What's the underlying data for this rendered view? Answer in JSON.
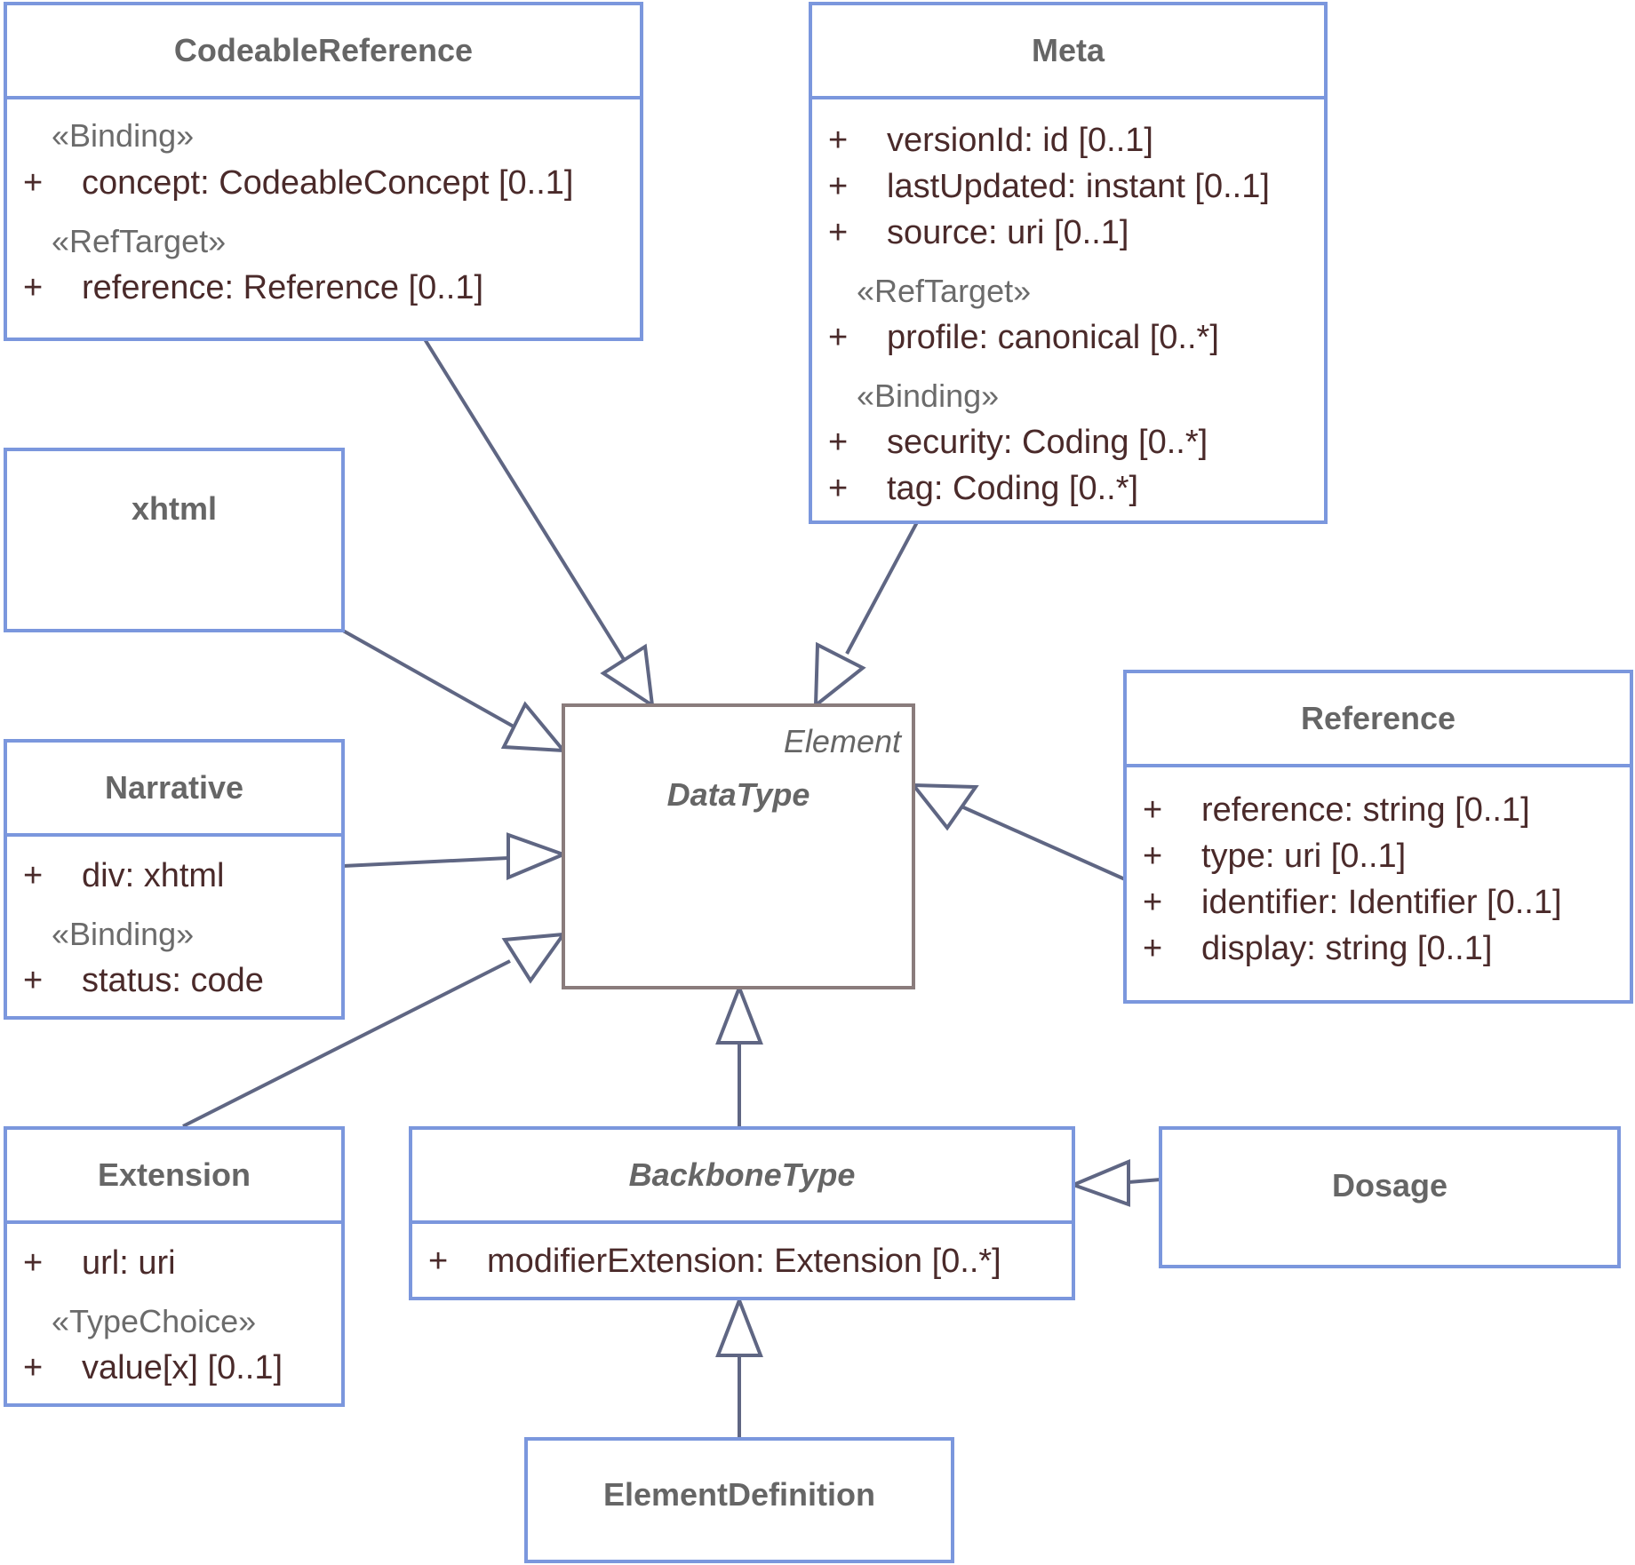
{
  "classes": {
    "codeable_reference": {
      "name": "CodeableReference",
      "sections": [
        {
          "stereotype": "«Binding»",
          "attrs": [
            {
              "vis": "+",
              "text": "concept: CodeableConcept [0..1]"
            }
          ]
        },
        {
          "stereotype": "«RefTarget»",
          "attrs": [
            {
              "vis": "+",
              "text": "reference: Reference [0..1]"
            }
          ]
        }
      ]
    },
    "meta": {
      "name": "Meta",
      "sections": [
        {
          "stereotype": "",
          "attrs": [
            {
              "vis": "+",
              "text": "versionId: id [0..1]"
            },
            {
              "vis": "+",
              "text": "lastUpdated: instant [0..1]"
            },
            {
              "vis": "+",
              "text": "source: uri [0..1]"
            }
          ]
        },
        {
          "stereotype": "«RefTarget»",
          "attrs": [
            {
              "vis": "+",
              "text": "profile: canonical [0..*]"
            }
          ]
        },
        {
          "stereotype": "«Binding»",
          "attrs": [
            {
              "vis": "+",
              "text": "security: Coding [0..*]"
            },
            {
              "vis": "+",
              "text": "tag: Coding [0..*]"
            }
          ]
        }
      ]
    },
    "xhtml": {
      "name": "xhtml"
    },
    "narrative": {
      "name": "Narrative",
      "sections": [
        {
          "stereotype": "",
          "attrs": [
            {
              "vis": "+",
              "text": "div: xhtml"
            }
          ]
        },
        {
          "stereotype": "«Binding»",
          "attrs": [
            {
              "vis": "+",
              "text": "status: code"
            }
          ]
        }
      ]
    },
    "datatype": {
      "name": "DataType",
      "parent": "Element"
    },
    "reference": {
      "name": "Reference",
      "sections": [
        {
          "stereotype": "",
          "attrs": [
            {
              "vis": "+",
              "text": "reference: string [0..1]"
            },
            {
              "vis": "+",
              "text": "type: uri [0..1]"
            },
            {
              "vis": "+",
              "text": "identifier: Identifier [0..1]"
            },
            {
              "vis": "+",
              "text": "display: string [0..1]"
            }
          ]
        }
      ]
    },
    "extension": {
      "name": "Extension",
      "sections": [
        {
          "stereotype": "",
          "attrs": [
            {
              "vis": "+",
              "text": "url: uri"
            }
          ]
        },
        {
          "stereotype": "«TypeChoice»",
          "attrs": [
            {
              "vis": "+",
              "text": "value[x] [0..1]"
            }
          ]
        }
      ]
    },
    "backbone_type": {
      "name": "BackboneType",
      "sections": [
        {
          "stereotype": "",
          "attrs": [
            {
              "vis": "+",
              "text": "modifierExtension: Extension [0..*]"
            }
          ]
        }
      ]
    },
    "dosage": {
      "name": "Dosage"
    },
    "element_definition": {
      "name": "ElementDefinition"
    }
  },
  "colors": {
    "box_border": "#7b97dd",
    "abstract_border": "#8a7c7c",
    "arrow": "#5f6683",
    "header_text": "#666666",
    "attr_text": "#4a2a2a"
  }
}
